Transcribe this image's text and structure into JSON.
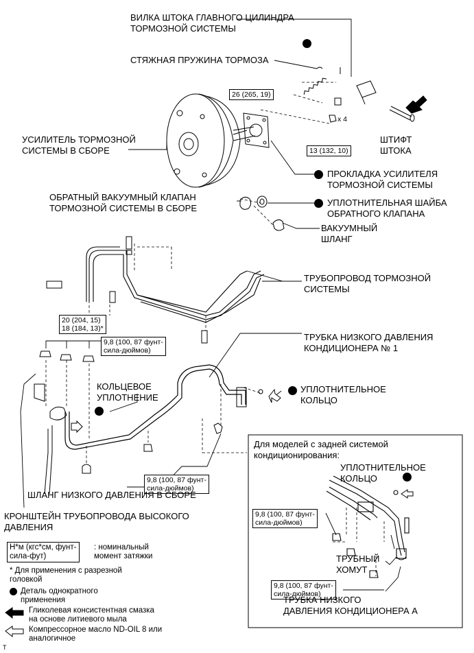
{
  "labels": {
    "fork": [
      "ВИЛКА ШТОКА ГЛАВНОГО ЦИЛИНДРА",
      "ТОРМОЗНОЙ СИСТЕМЫ"
    ],
    "spring": "СТЯЖНАЯ ПРУЖИНА ТОРМОЗА",
    "booster": [
      "УСИЛИТЕЛЬ ТОРМОЗНОЙ",
      "СИСТЕМЫ В СБОРЕ"
    ],
    "pin": [
      "ШТИФТ",
      "ШТОКА"
    ],
    "gasket": [
      "ПРОКЛАДКА УСИЛИТЕЛЯ",
      "ТОРМОЗНОЙ СИСТЕМЫ"
    ],
    "check_valve": [
      "ОБРАТНЫЙ ВАКУУМНЫЙ КЛАПАН",
      "ТОРМОЗНОЙ СИСТЕМЫ В СБОРЕ"
    ],
    "grommet": [
      "УПЛОТНИТЕЛЬНАЯ ШАЙБА",
      "ОБРАТНОГО КЛАПАНА"
    ],
    "vacuum_hose": [
      "ВАКУУМНЫЙ",
      "ШЛАНГ"
    ],
    "brake_line": [
      "ТРУБОПРОВОД ТОРМОЗНОЙ",
      "СИСТЕМЫ"
    ],
    "low_pipe_1": [
      "ТРУБКА НИЗКОГО ДАВЛЕНИЯ",
      "КОНДИЦИОНЕРА № 1"
    ],
    "o_ring_left": [
      "КОЛЬЦЕВОЕ",
      "УПЛОТНЕНИЕ"
    ],
    "seal_ring": [
      "УПЛОТНИТЕЛЬНОЕ",
      "КОЛЬЦО"
    ],
    "low_hose": "ШЛАНГ НИЗКОГО ДАВЛЕНИЯ В СБОРЕ",
    "bracket": [
      "КРОНШТЕЙН ТРУБОПРОВОДА ВЫСОКОГО",
      "ДАВЛЕНИЯ"
    ]
  },
  "torques": {
    "t1": "26 (265, 19)",
    "t2": "13 (132, 10)",
    "x4": "x 4",
    "t3a": "20 (204, 15)",
    "t3b": "18 (184, 13)*",
    "t4": [
      "9,8 (100, 87 фунт-",
      "сила-дюймов)"
    ],
    "t5": [
      "9,8 (100, 87 фунт-",
      "сила-дюймов)"
    ]
  },
  "inset": {
    "title": [
      "Для моделей с задней системой",
      "кондиционирования:"
    ],
    "seal": [
      "УПЛОТНИТЕЛЬНОЕ",
      "КОЛЬЦО"
    ],
    "torque_a": [
      "9,8 (100, 87 фунт-",
      "сила-дюймов)"
    ],
    "torque_b": [
      "9,8 (100, 87 фунт-",
      "сила-дюймов)"
    ],
    "clamp": [
      "ТРУБНЫЙ",
      "ХОМУТ"
    ],
    "pipe_a": [
      "ТРУБКА НИЗКОГО",
      "ДАВЛЕНИЯ КОНДИЦИОНЕРА А"
    ]
  },
  "legend": {
    "unit_box": [
      "Н*м (кгс*см, фунт-",
      "сила-фут)"
    ],
    "unit_desc": [
      ": номинальный",
      "момент затяжки"
    ],
    "asterisk": [
      "* Для применения с разрезной",
      "головкой"
    ],
    "one_time": [
      "Деталь однократного",
      "применения"
    ],
    "grease": [
      "Гликолевая консистентная смазка",
      "на основе литиевого мыла"
    ],
    "oil": [
      "Компрессорное масло ND-OIL 8 или",
      "аналогичное"
    ]
  },
  "corner_mark": "T"
}
